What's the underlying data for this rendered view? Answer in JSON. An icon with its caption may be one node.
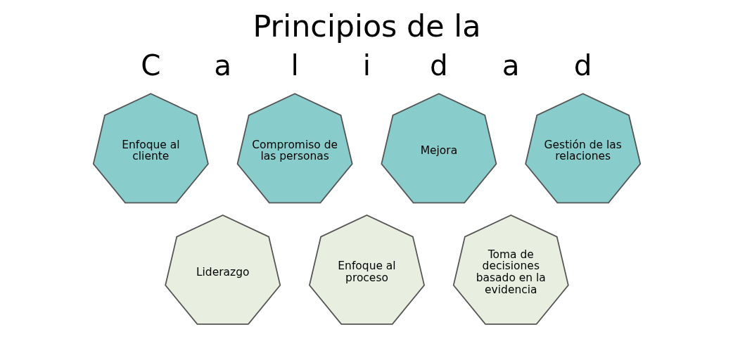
{
  "diagram": {
    "title": "Principios de la",
    "nodes": [
      {
        "text": [
          "Enfoque al cliente"
        ]
      },
      {
        "text": [
          "Liderazgo"
        ]
      },
      {
        "text": [
          "Compromiso de las personas"
        ]
      },
      {
        "text": [
          "Enfoque al proceso"
        ]
      },
      {
        "text": [
          "Mejora"
        ]
      },
      {
        "text": [
          "Toma de decisiones basado en la evidencia"
        ]
      },
      {
        "text": [
          "Gestión de las relaciones"
        ]
      }
    ],
    "labels": [
      "C",
      "a",
      "l",
      "i",
      "d",
      "a",
      "d"
    ]
  }
}
